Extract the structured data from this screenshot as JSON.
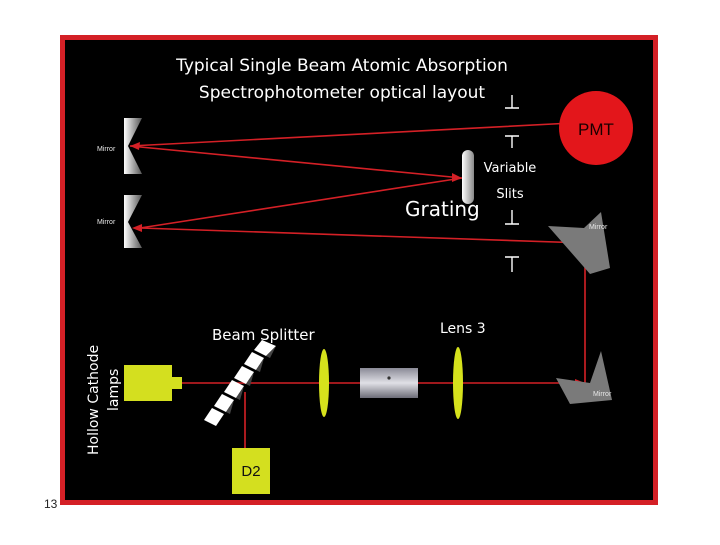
{
  "slide_number": "13",
  "diagram": {
    "title_line1": "Typical Single Beam Atomic Absorption",
    "title_line2": "Spectrophotometer optical layout",
    "labels": {
      "pmt": "PMT",
      "variable": "Variable",
      "slits": "Slits",
      "grating": "Grating",
      "mirror_top_left": "Mirror",
      "mirror_mid_left": "Mirror",
      "mirror_right_top": "Mirror",
      "mirror_right_bottom": "Mirror",
      "beam_splitter": "Beam Splitter",
      "lens3": "Lens 3",
      "hollow_cathode": "Hollow Cathode",
      "lamps": "lamps",
      "d2": "D2"
    },
    "colors": {
      "border": "#d42026",
      "background": "#000000",
      "beam": "#d42026",
      "pmt": "#e3161b",
      "lamp": "#d4df1f",
      "lens": "#d6e21c",
      "text": "#ffffff"
    }
  }
}
